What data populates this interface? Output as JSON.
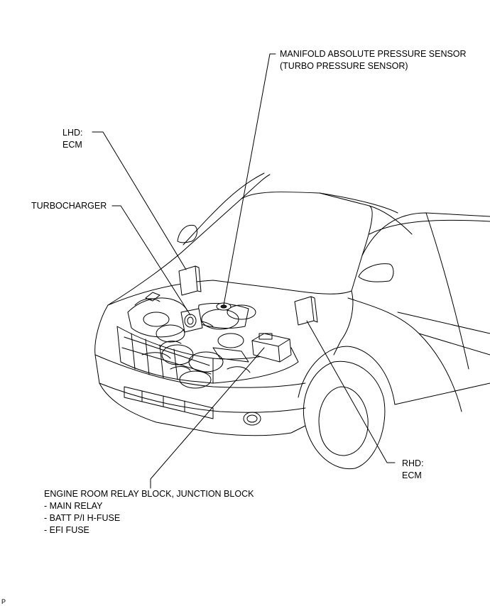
{
  "labels": {
    "map_sensor_line1": "MANIFOLD ABSOLUTE PRESSURE SENSOR",
    "map_sensor_line2": "(TURBO PRESSURE SENSOR)",
    "lhd_line1": "LHD:",
    "lhd_line2": "ECM",
    "turbocharger": "TURBOCHARGER",
    "rhd_line1": "RHD:",
    "rhd_line2": "ECM",
    "relay_block_title": "ENGINE ROOM RELAY BLOCK, JUNCTION BLOCK",
    "relay_item1": "- MAIN RELAY",
    "relay_item2": "- BATT P/I H-FUSE",
    "relay_item3": "- EFI FUSE"
  },
  "corner_mark": "P"
}
